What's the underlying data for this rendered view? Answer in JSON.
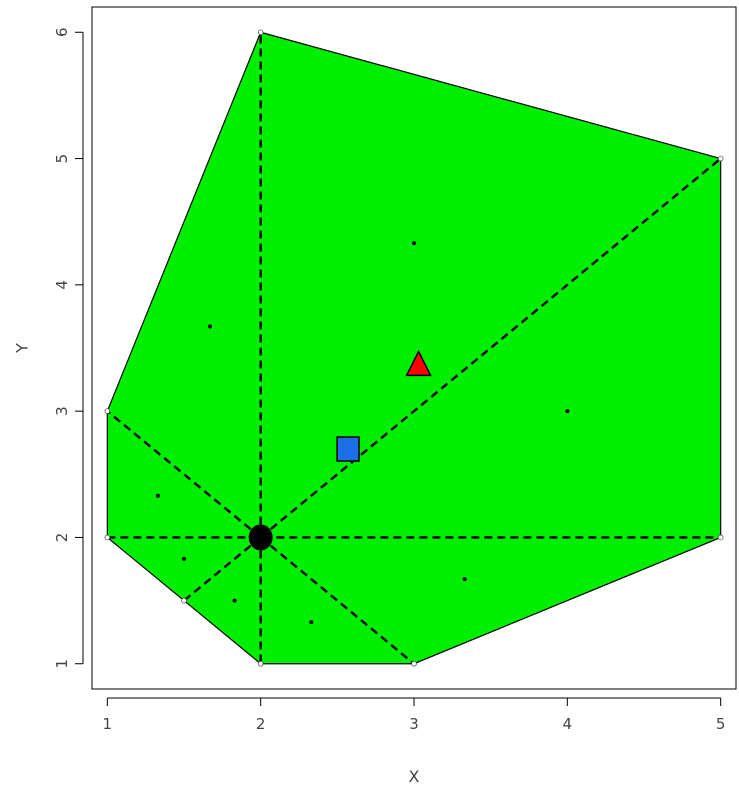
{
  "chart_data": {
    "type": "scatter",
    "title": "",
    "xlabel": "X",
    "ylabel": "Y",
    "xlim": [
      0.9,
      5.1
    ],
    "ylim": [
      0.8,
      6.2
    ],
    "x_ticks": [
      "1",
      "2",
      "3",
      "4",
      "5"
    ],
    "y_ticks": [
      "1",
      "2",
      "3",
      "4",
      "5",
      "6"
    ],
    "grid": false,
    "polygon": {
      "fill_color": "#00ee00",
      "vertices": [
        {
          "x": 2,
          "y": 6
        },
        {
          "x": 5,
          "y": 5
        },
        {
          "x": 5,
          "y": 2
        },
        {
          "x": 3,
          "y": 1
        },
        {
          "x": 2,
          "y": 1
        },
        {
          "x": 1.5,
          "y": 1.5
        },
        {
          "x": 1,
          "y": 2
        },
        {
          "x": 1,
          "y": 3
        }
      ]
    },
    "dashed_segments": [
      {
        "from": {
          "x": 2,
          "y": 2
        },
        "to": {
          "x": 2,
          "y": 6
        }
      },
      {
        "from": {
          "x": 2,
          "y": 2
        },
        "to": {
          "x": 5,
          "y": 5
        }
      },
      {
        "from": {
          "x": 1,
          "y": 2
        },
        "to": {
          "x": 5,
          "y": 2
        }
      },
      {
        "from": {
          "x": 2,
          "y": 2
        },
        "to": {
          "x": 3,
          "y": 1
        }
      },
      {
        "from": {
          "x": 2,
          "y": 2
        },
        "to": {
          "x": 2,
          "y": 1
        }
      },
      {
        "from": {
          "x": 2,
          "y": 2
        },
        "to": {
          "x": 1.5,
          "y": 1.5
        }
      },
      {
        "from": {
          "x": 2,
          "y": 2
        },
        "to": {
          "x": 1,
          "y": 3
        }
      }
    ],
    "small_points": [
      {
        "x": 3,
        "y": 4.33
      },
      {
        "x": 1.67,
        "y": 3.67
      },
      {
        "x": 4,
        "y": 3
      },
      {
        "x": 1.33,
        "y": 2.33
      },
      {
        "x": 1.5,
        "y": 1.83
      },
      {
        "x": 1.83,
        "y": 1.5
      },
      {
        "x": 2.33,
        "y": 1.33
      },
      {
        "x": 3.33,
        "y": 1.67
      }
    ],
    "markers": [
      {
        "shape": "circle",
        "color": "#000000",
        "x": 2,
        "y": 2
      },
      {
        "shape": "square",
        "color": "#1e6ee8",
        "x": 2.57,
        "y": 2.7
      },
      {
        "shape": "triangle",
        "color": "#ff0000",
        "x": 3.03,
        "y": 3.37
      }
    ]
  }
}
